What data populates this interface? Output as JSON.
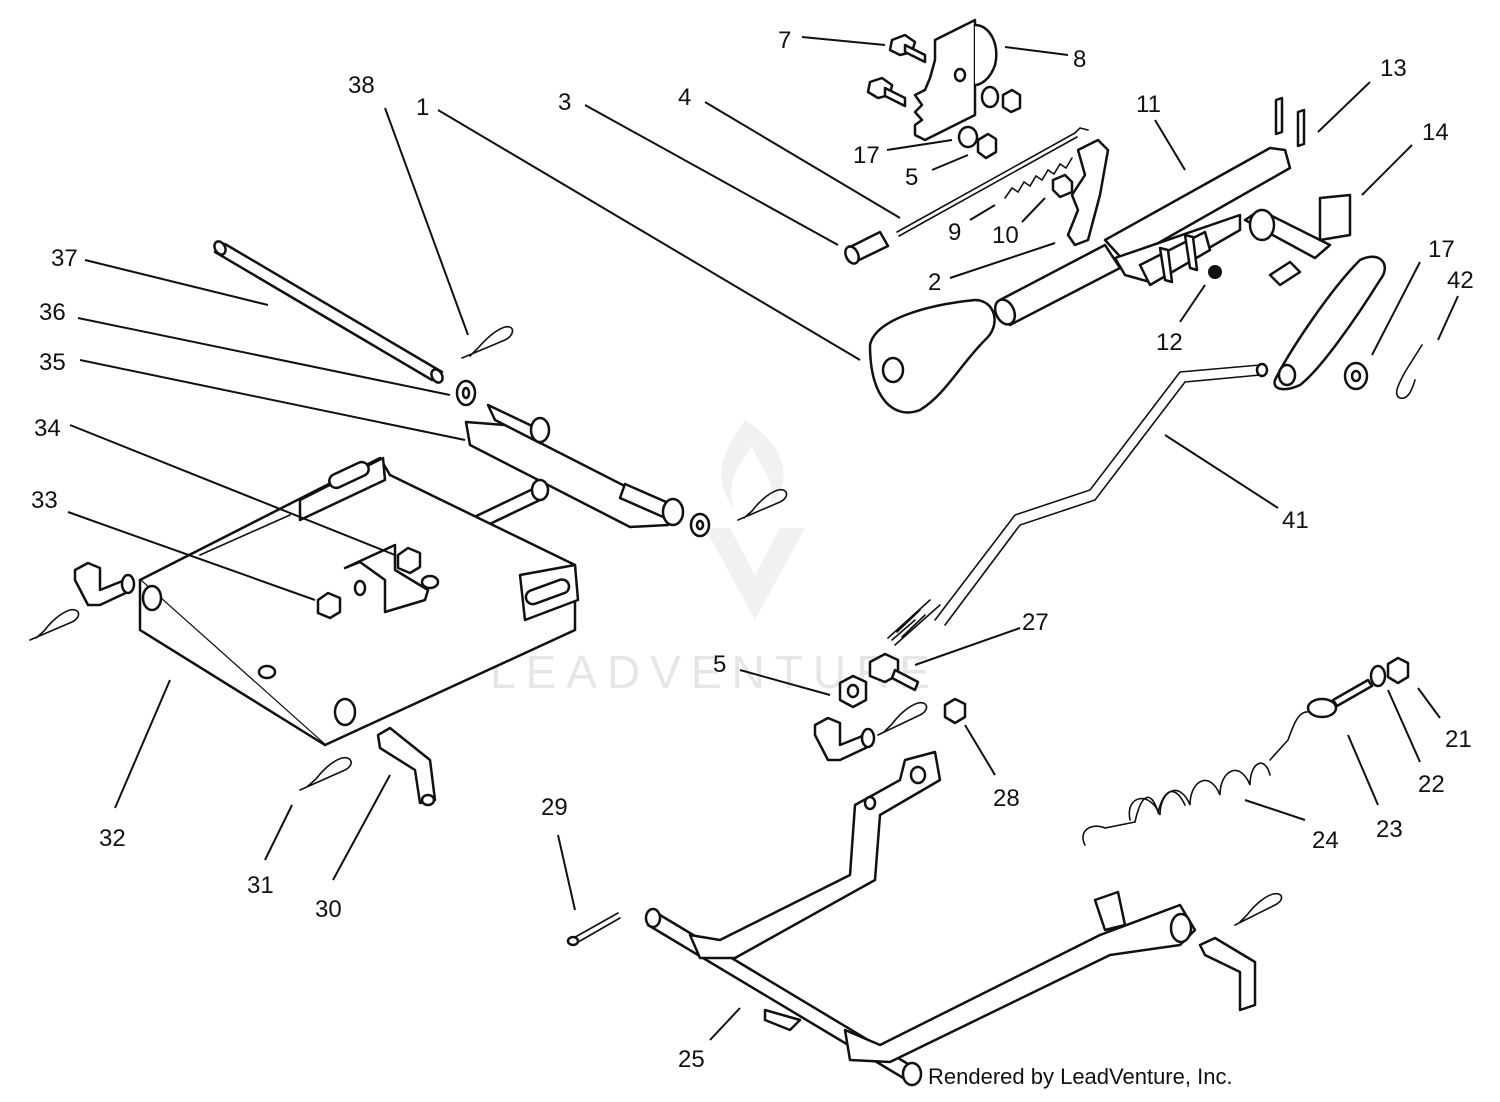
{
  "watermark": {
    "text": "LEADVENTURE"
  },
  "credit": "Rendered by LeadVenture, Inc.",
  "callouts": [
    {
      "id": "c1",
      "label": "1"
    },
    {
      "id": "c2",
      "label": "2"
    },
    {
      "id": "c3",
      "label": "3"
    },
    {
      "id": "c4",
      "label": "4"
    },
    {
      "id": "c5a",
      "label": "5"
    },
    {
      "id": "c5b",
      "label": "5"
    },
    {
      "id": "c7",
      "label": "7"
    },
    {
      "id": "c8",
      "label": "8"
    },
    {
      "id": "c9",
      "label": "9"
    },
    {
      "id": "c10",
      "label": "10"
    },
    {
      "id": "c11",
      "label": "11"
    },
    {
      "id": "c12",
      "label": "12"
    },
    {
      "id": "c13",
      "label": "13"
    },
    {
      "id": "c14",
      "label": "14"
    },
    {
      "id": "c17a",
      "label": "17"
    },
    {
      "id": "c17b",
      "label": "17"
    },
    {
      "id": "c21",
      "label": "21"
    },
    {
      "id": "c22",
      "label": "22"
    },
    {
      "id": "c23",
      "label": "23"
    },
    {
      "id": "c24",
      "label": "24"
    },
    {
      "id": "c25",
      "label": "25"
    },
    {
      "id": "c27",
      "label": "27"
    },
    {
      "id": "c28",
      "label": "28"
    },
    {
      "id": "c29",
      "label": "29"
    },
    {
      "id": "c30",
      "label": "30"
    },
    {
      "id": "c31",
      "label": "31"
    },
    {
      "id": "c32",
      "label": "32"
    },
    {
      "id": "c33",
      "label": "33"
    },
    {
      "id": "c34",
      "label": "34"
    },
    {
      "id": "c35",
      "label": "35"
    },
    {
      "id": "c36",
      "label": "36"
    },
    {
      "id": "c37",
      "label": "37"
    },
    {
      "id": "c38",
      "label": "38"
    },
    {
      "id": "c41",
      "label": "41"
    },
    {
      "id": "c42",
      "label": "42"
    }
  ]
}
